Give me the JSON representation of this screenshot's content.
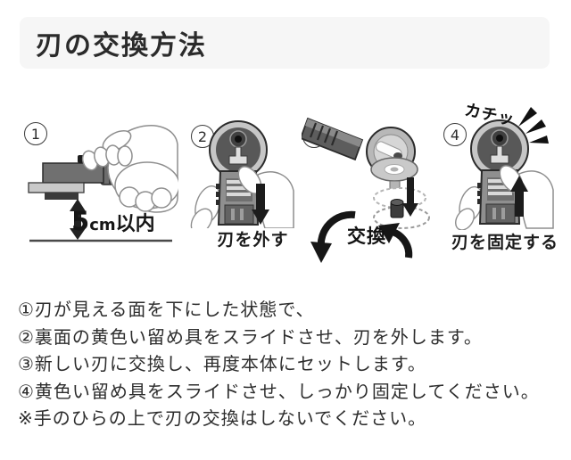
{
  "title": "刃の交換方法",
  "steps": [
    {
      "number": "1",
      "distance_big": "5",
      "distance_unit": "cm",
      "distance_suffix": "以内"
    },
    {
      "number": "2",
      "caption": "刃を外す"
    },
    {
      "number": "3",
      "caption": "交換"
    },
    {
      "number": "4",
      "caption": "刃を固定する",
      "sound": "カチッ"
    }
  ],
  "instructions": [
    "①刃が見える面を下にした状態で、",
    "②裏面の黄色い留め具をスライドさせ、刃を外します。",
    "③新しい刃に交換し、再度本体にセットします。",
    "④黄色い留め具をスライドさせ、しっかり固定してください。",
    "※手のひらの上で刃の交換はしないでください。"
  ],
  "colors": {
    "header_bg": "#f6f6f6",
    "title_text": "#2b2b2b",
    "body_text": "#2d2d2d",
    "arrow_black": "#1c1c1c",
    "tool_dark": "#5d5d5d",
    "tool_mid": "#8f8f8f",
    "tool_light": "#c9c9c9",
    "outline": "#2b2b2b"
  }
}
